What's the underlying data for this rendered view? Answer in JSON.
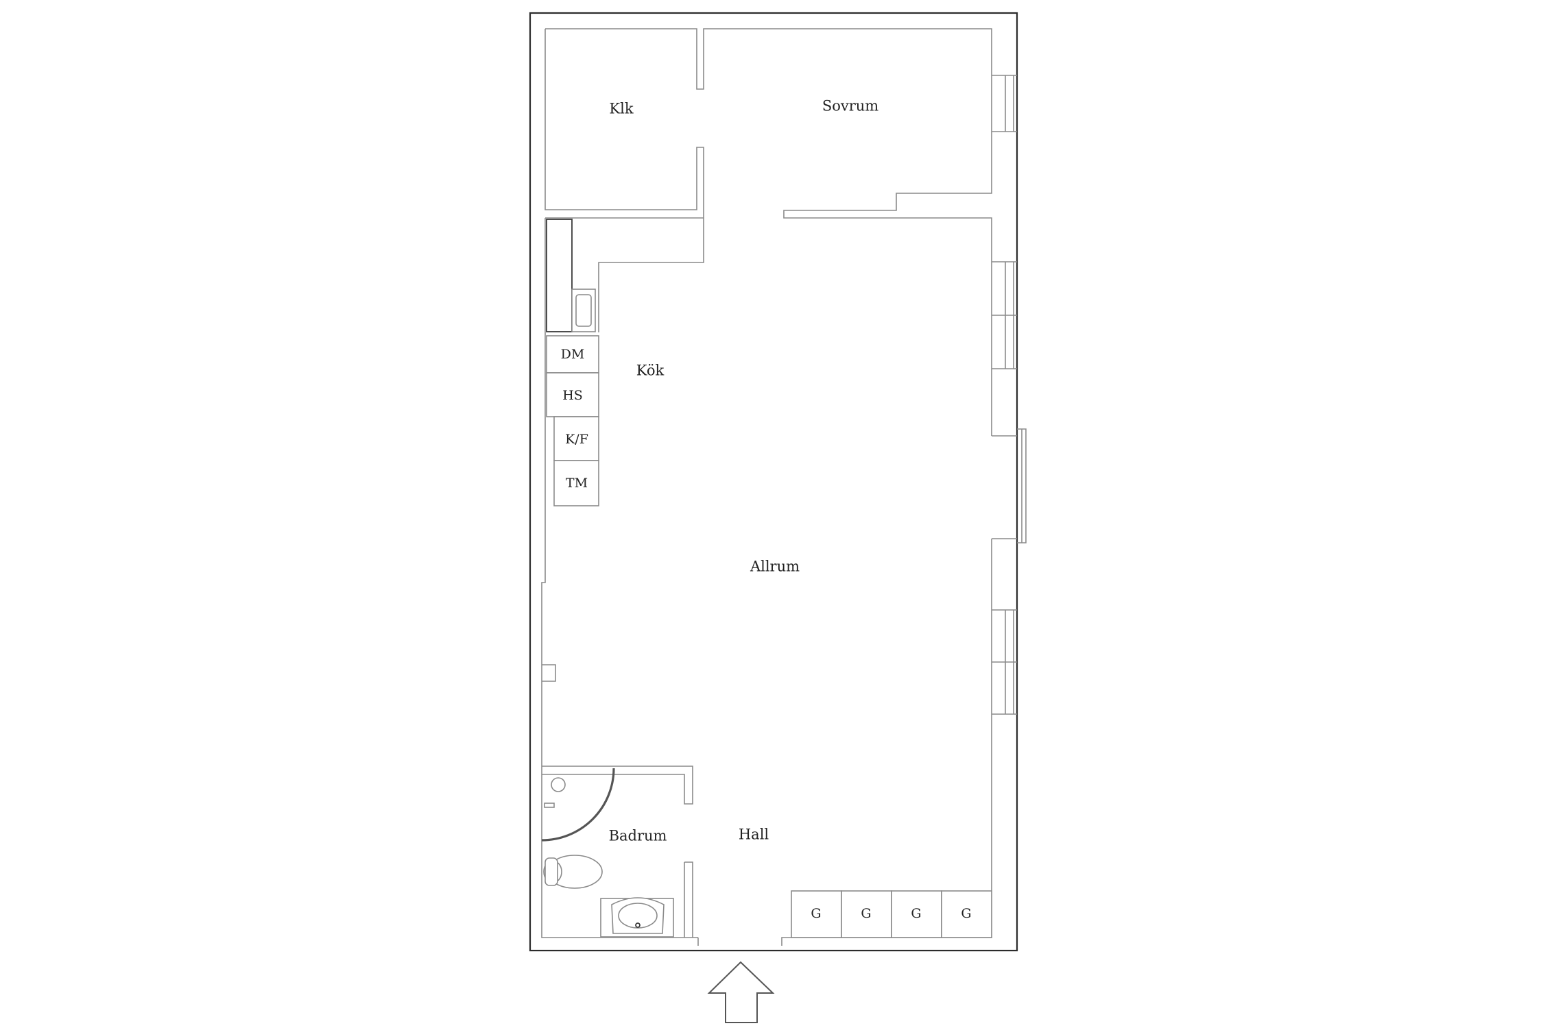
{
  "rooms": {
    "klk": "Klk",
    "sovrum": "Sovrum",
    "kok": "Kök",
    "allrum": "Allrum",
    "badrum": "Badrum",
    "hall": "Hall"
  },
  "appliances": {
    "dishwasher": "DM",
    "cabinet": "HS",
    "fridge_freezer": "K/F",
    "dryer": "TM"
  },
  "wardrobes": [
    "G",
    "G",
    "G",
    "G"
  ],
  "colors": {
    "outer_wall": "#2b2b2b",
    "inner_wall": "#8a8a8a",
    "background": "#ffffff"
  },
  "icons": {
    "entrance": "entrance-arrow-icon",
    "sink": "kitchen-sink-icon",
    "toilet": "toilet-icon",
    "washbasin": "washbasin-icon",
    "shower": "shower-icon"
  }
}
